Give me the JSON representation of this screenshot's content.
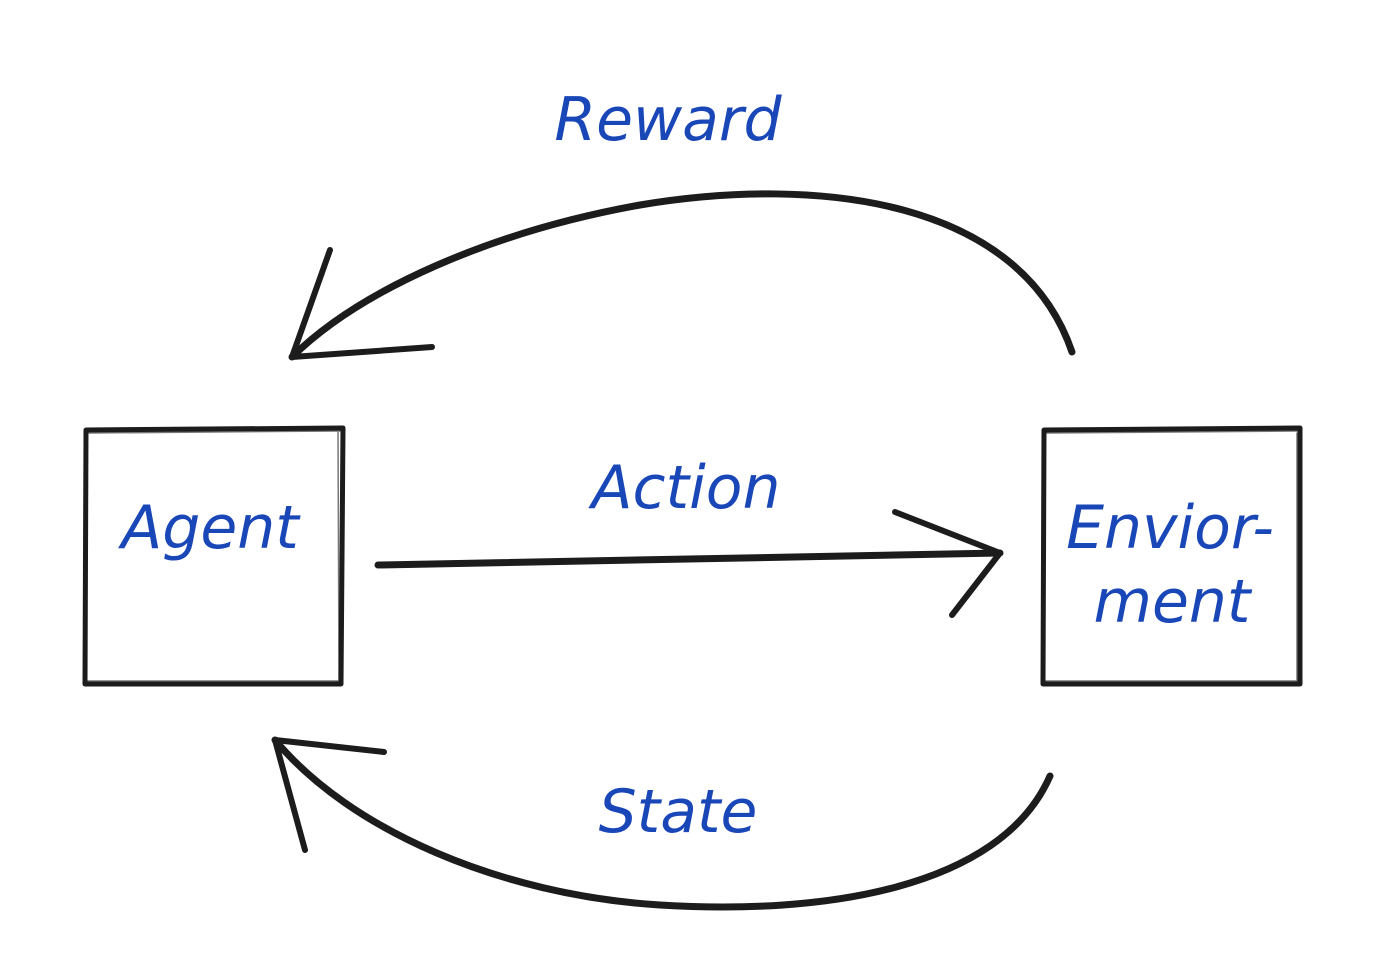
{
  "diagram": {
    "type": "reinforcement-learning-loop",
    "nodes": {
      "agent": {
        "label": "Agent"
      },
      "environment": {
        "label_line1": "Envior-",
        "label_line2": "ment"
      }
    },
    "edges": {
      "action": {
        "label": "Action",
        "from": "agent",
        "to": "environment"
      },
      "reward": {
        "label": "Reward",
        "from": "environment",
        "to": "agent"
      },
      "state": {
        "label": "State",
        "from": "environment",
        "to": "agent"
      }
    },
    "colors": {
      "text": "#1a47b8",
      "stroke": "#1c1c1c",
      "background": "#ffffff"
    }
  }
}
